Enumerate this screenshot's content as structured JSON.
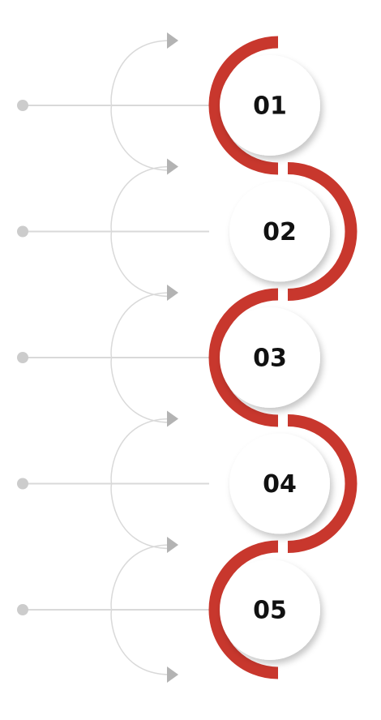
{
  "colors": {
    "accent": "#c8372d",
    "connector": "#d9d9d9",
    "arrowhead": "#b3b3b3",
    "dot": "#cccccc",
    "circle_fill": "#ffffff",
    "number_text": "#111111"
  },
  "steps": [
    {
      "number": "01",
      "arc_side": "left"
    },
    {
      "number": "02",
      "arc_side": "right"
    },
    {
      "number": "03",
      "arc_side": "left"
    },
    {
      "number": "04",
      "arc_side": "right"
    },
    {
      "number": "05",
      "arc_side": "left"
    }
  ]
}
